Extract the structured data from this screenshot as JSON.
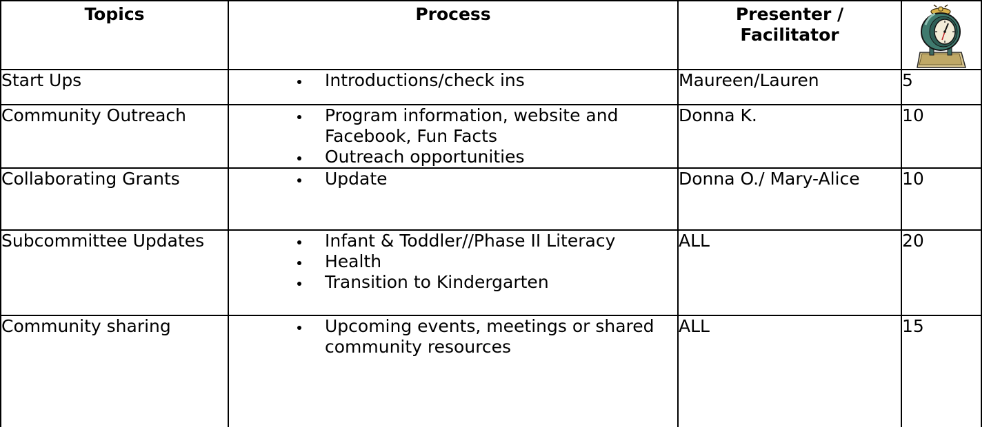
{
  "header": {
    "topics": "Topics",
    "process": "Process",
    "presenter_line1": "Presenter /",
    "presenter_line2": "Facilitator",
    "time_icon": "alarm-clock-icon"
  },
  "rows": [
    {
      "topic": "Start Ups",
      "items": [
        "Introductions/check ins"
      ],
      "presenter": "Maureen/Lauren",
      "minutes": "5"
    },
    {
      "topic": "Community Outreach",
      "items": [
        "Program information, website and Facebook, Fun Facts",
        "Outreach opportunities"
      ],
      "presenter": "Donna K.",
      "minutes": "10"
    },
    {
      "topic": "Collaborating Grants",
      "items": [
        "Update"
      ],
      "presenter": "Donna O./ Mary-Alice",
      "minutes": "10"
    },
    {
      "topic": "Subcommittee Updates",
      "items": [
        "Infant & Toddler//Phase II Literacy",
        "Health",
        "Transition to Kindergarten"
      ],
      "presenter": "ALL",
      "minutes": "20"
    },
    {
      "topic": "Community sharing",
      "items": [
        "Upcoming events, meetings or shared community resources"
      ],
      "presenter": "ALL",
      "minutes": "15"
    }
  ]
}
